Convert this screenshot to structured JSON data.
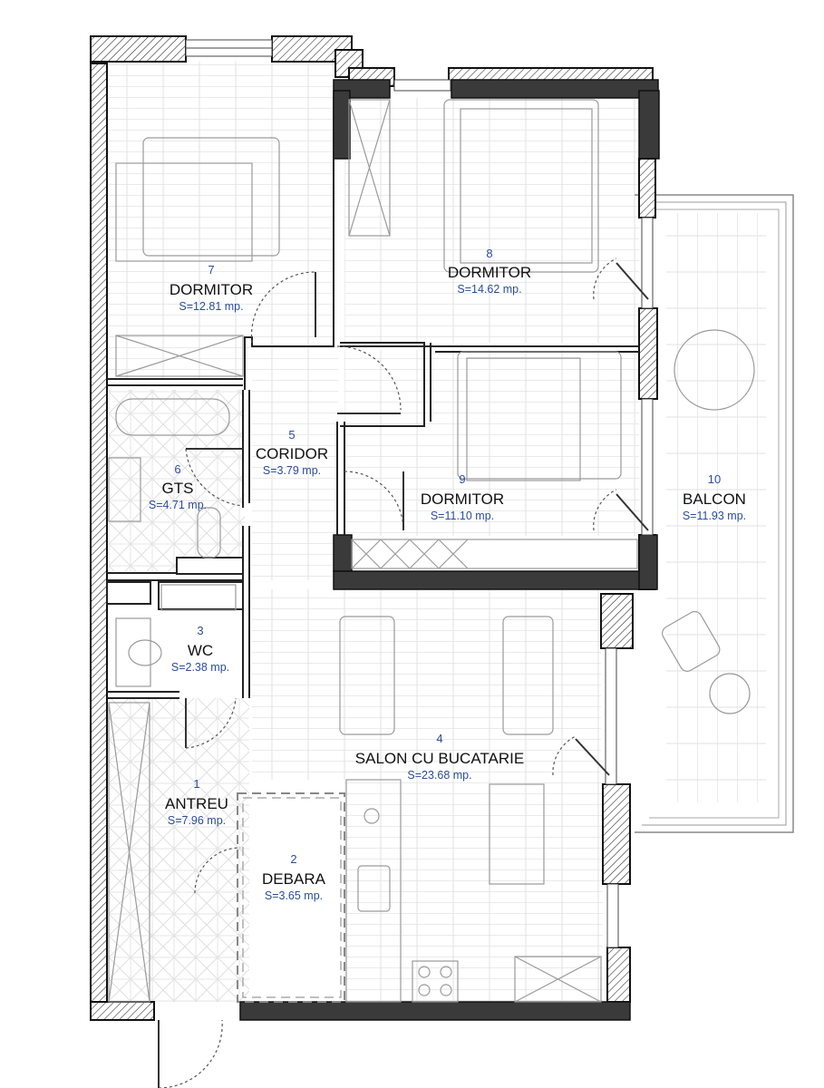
{
  "colors": {
    "label_blue": "#2a4d9b",
    "label_black": "#111111",
    "wall_dark": "#3a3a3a"
  },
  "rooms": [
    {
      "id": "r1",
      "number": "1",
      "name": "ANTREU",
      "area": "S=7.96 mp."
    },
    {
      "id": "r2",
      "number": "2",
      "name": "DEBARA",
      "area": "S=3.65 mp."
    },
    {
      "id": "r3",
      "number": "3",
      "name": "WC",
      "area": "S=2.38 mp."
    },
    {
      "id": "r4",
      "number": "4",
      "name": "SALON CU BUCATARIE",
      "area": "S=23.68 mp."
    },
    {
      "id": "r5",
      "number": "5",
      "name": "CORIDOR",
      "area": "S=3.79 mp."
    },
    {
      "id": "r6",
      "number": "6",
      "name": "GTS",
      "area": "S=4.71 mp."
    },
    {
      "id": "r7",
      "number": "7",
      "name": "DORMITOR",
      "area": "S=12.81 mp."
    },
    {
      "id": "r8",
      "number": "8",
      "name": "DORMITOR",
      "area": "S=14.62 mp."
    },
    {
      "id": "r9",
      "number": "9",
      "name": "DORMITOR",
      "area": "S=11.10 mp."
    },
    {
      "id": "r10",
      "number": "10",
      "name": "BALCON",
      "area": "S=11.93 mp."
    }
  ]
}
